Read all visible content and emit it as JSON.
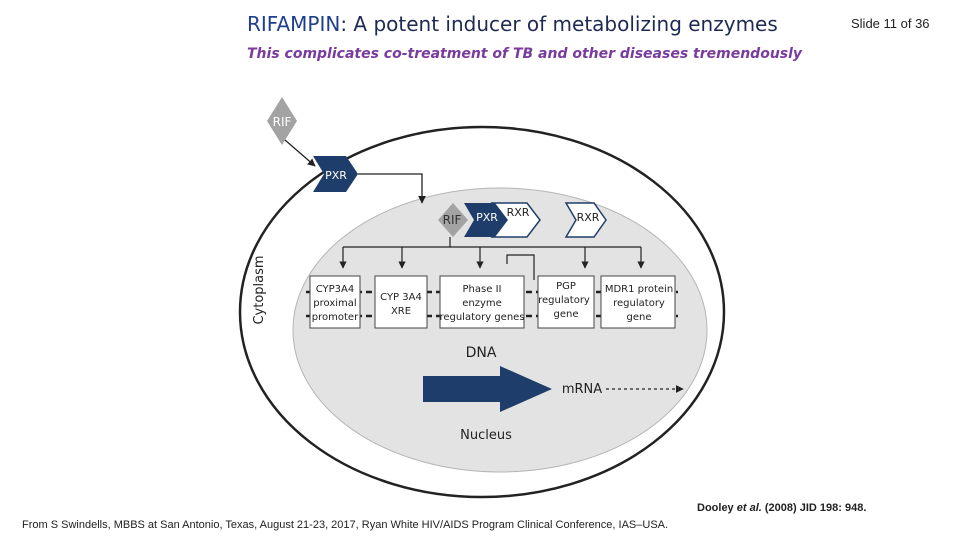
{
  "title": {
    "drug": "RIFAMPIN",
    "rest": ": A potent inducer of metabolizing enzymes"
  },
  "subtitle": "This complicates co-treatment of TB and other diseases tremendously",
  "slide_number": "Slide 11 of 36",
  "diagram": {
    "compartments": {
      "cytoplasm": "Cytoplasm",
      "nucleus": "Nucleus"
    },
    "molecules": {
      "rif": "RIF",
      "pxr": "PXR",
      "complex": {
        "rif": "RIF",
        "pxr": "PXR",
        "rxr": "RXR"
      },
      "rxr": "RXR"
    },
    "dna_label": "DNA",
    "mrna_label": "mRNA",
    "genes": {
      "cyp3a4_promoter": [
        "CYP3A4",
        "proximal",
        "promoter"
      ],
      "cyp3a4_xre": [
        "CYP 3A4",
        "XRE"
      ],
      "phase2": [
        "Phase II",
        "enzyme",
        "regulatory genes"
      ],
      "pgp": [
        "PGP",
        "regulatory",
        "gene"
      ],
      "mdr1": [
        "MDR1 protein",
        "regulatory",
        "gene"
      ]
    },
    "colors": {
      "pxr": "#1f3d6b",
      "rif": "#a3a3a3",
      "nucleus": "#e3e3e3",
      "arrow": "#1f3d6b"
    }
  },
  "citation": {
    "authors": "Dooley",
    "etal": "et al.",
    "rest": "(2008) JID 198: 948."
  },
  "source": "From S Swindells, MBBS at San Antonio, Texas, August 21-23, 2017, Ryan White HIV/AIDS Program Clinical Conference, IAS–USA."
}
